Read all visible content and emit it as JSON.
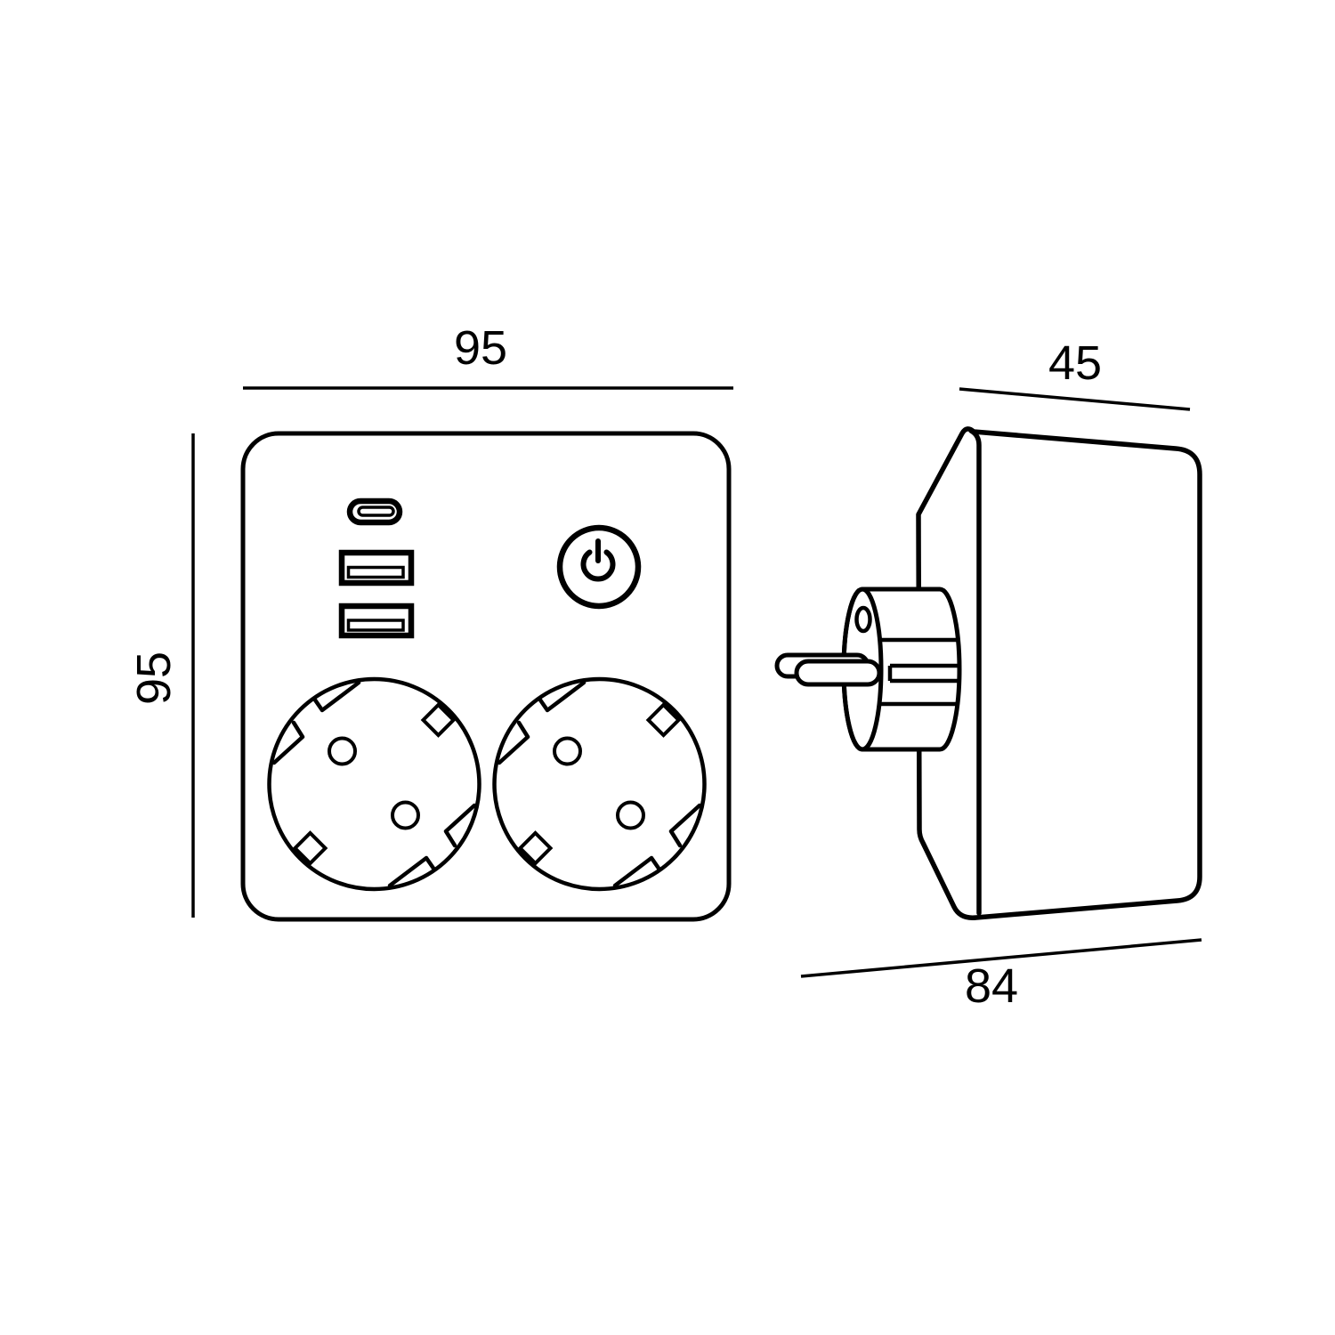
{
  "drawing": {
    "kind": "technical-dimension-drawing",
    "subject": "wall socket adapter with 2 schuko outlets, usb-c, 2 usb-a ports and power button",
    "colors": {
      "line": "#000000",
      "background": "#ffffff"
    },
    "front_view": {
      "width_label": "95",
      "height_label": "95"
    },
    "side_view": {
      "depth_label": "45",
      "width_label": "84"
    }
  }
}
